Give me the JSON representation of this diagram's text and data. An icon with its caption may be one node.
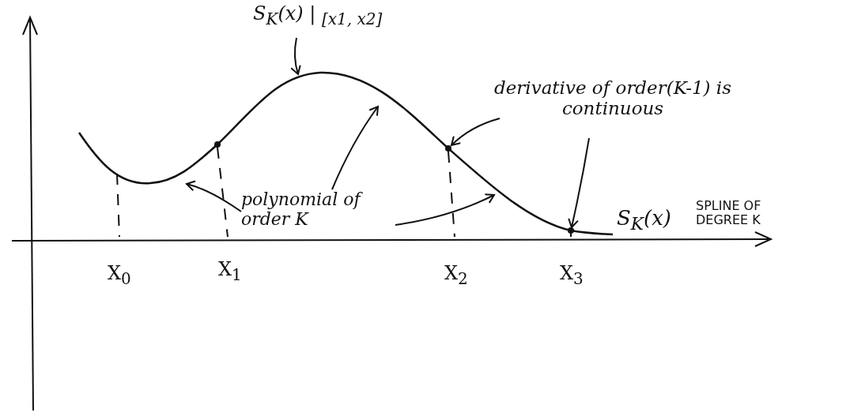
{
  "diagram": {
    "nodes": [
      {
        "text": [
          "S$_{K}$(x) | $_{[x1, x2]}$"
        ]
      },
      {
        "text": [
          "derivative of order(K-1) is continuous"
        ]
      },
      {
        "text": [
          "polynomial of order K"
        ]
      },
      {
        "text": [],
        "shape": "circle"
      },
      {
        "text": [],
        "shape": "circle"
      },
      {
        "text": [],
        "shape": "circle"
      }
    ],
    "edges": [
      {
        "from": 0,
        "to": null,
        "arrow": "to"
      },
      {
        "from": 1,
        "to": 4,
        "arrow": "to"
      },
      {
        "from": 1,
        "to": 5,
        "arrow": "to"
      },
      {
        "from": 2,
        "to": null,
        "arrow": "to"
      },
      {
        "from": 2,
        "to": null,
        "arrow": "to"
      },
      {
        "from": 2,
        "to": null,
        "arrow": "to"
      }
    ],
    "labels": [
      "S$_{K}$(x)",
      "SPLINE OF DEGREE K",
      "X$_{0}$",
      "X$_{1}$",
      "X$_{2}$",
      "X$_{3}$"
    ]
  }
}
